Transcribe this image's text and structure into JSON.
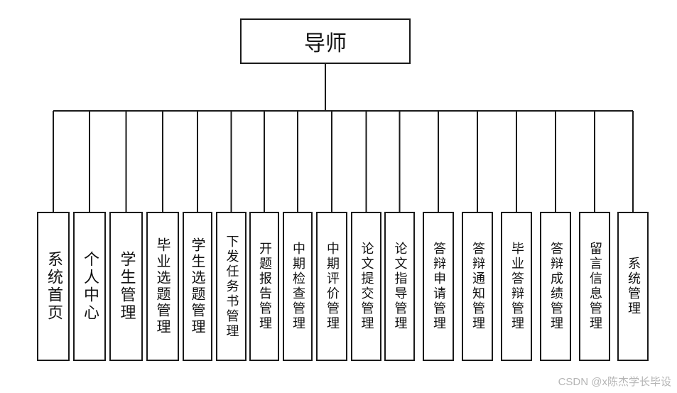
{
  "root": {
    "label": "导师"
  },
  "children": [
    {
      "label": "系统首页"
    },
    {
      "label": "个人中心"
    },
    {
      "label": "学生管理"
    },
    {
      "label": "毕业选题管理"
    },
    {
      "label": "学生选题管理"
    },
    {
      "label": "下发任务书管理"
    },
    {
      "label": "开题报告管理"
    },
    {
      "label": "中期检查管理"
    },
    {
      "label": "中期评价管理"
    },
    {
      "label": "论文提交管理"
    },
    {
      "label": "论文指导管理"
    },
    {
      "label": "答辩申请管理"
    },
    {
      "label": "答辩通知管理"
    },
    {
      "label": "毕业答辩管理"
    },
    {
      "label": "答辩成绩管理"
    },
    {
      "label": "留言信息管理"
    },
    {
      "label": "系统管理"
    }
  ],
  "watermark": "CSDN @x陈杰学长毕设",
  "colors": {
    "line": "#1a1a1a",
    "text": "#111111",
    "watermark": "#b5b5b5"
  }
}
